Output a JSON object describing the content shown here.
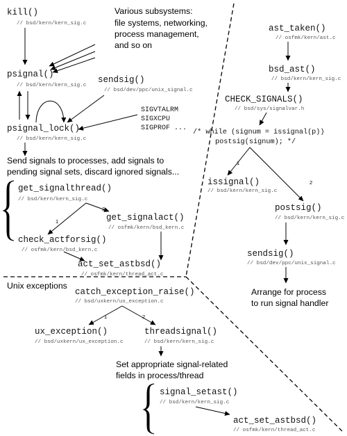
{
  "nodes": {
    "kill": {
      "name": "kill()",
      "path": "// bsd/kern/kern_sig.c"
    },
    "psignal": {
      "name": "psignal()",
      "path": "// bsd/kern/kern_sig.c"
    },
    "sendsig_left": {
      "name": "sendsig()",
      "path": "// bsd/dev/ppc/unix_signal.c"
    },
    "psignal_lock": {
      "name": "psignal_lock()",
      "path": "// bsd/kern/kern_sig.c"
    },
    "get_signalthread": {
      "name": "get_signalthread()",
      "path": "// bsd/kern/kern_sig.c"
    },
    "get_signalact": {
      "name": "get_signalact()",
      "path": "// osfmk/kern/bsd_kern.c"
    },
    "check_actforsig": {
      "name": "check_actforsig()",
      "path": "// osfmk/kern/bsd_kern.c"
    },
    "act_set_astbsd_1": {
      "name": "act_set_astbsd()",
      "path": "// osfmk/kern/thread_act.c"
    },
    "ast_taken": {
      "name": "ast_taken()",
      "path": "// osfmk/kern/ast.c"
    },
    "bsd_ast": {
      "name": "bsd_ast()",
      "path": "// bsd/kern/kern_sig.c"
    },
    "check_signals": {
      "name": "CHECK_SIGNALS()",
      "path": "// bsd/sys/signalvar.h"
    },
    "issignal": {
      "name": "issignal()",
      "path": "// bsd/kern/kern_sig.c"
    },
    "postsig": {
      "name": "postsig()",
      "path": "// bsd/kern/kern_sig.c"
    },
    "sendsig_right": {
      "name": "sendsig()",
      "path": "// bsd/dev/ppc/unix_signal.c"
    },
    "catch_exception_raise": {
      "name": "catch_exception_raise()",
      "path": "// bsd/uxkern/ux_exception.c"
    },
    "ux_exception": {
      "name": "ux_exception()",
      "path": "// bsd/uxkern/ux_exception.c"
    },
    "threadsignal": {
      "name": "threadsignal()",
      "path": "// bsd/kern/kern_sig.c"
    },
    "signal_setast": {
      "name": "signal_setast()",
      "path": "// bsd/kern/kern_sig.c"
    },
    "act_set_astbsd_2": {
      "name": "act_set_astbsd()",
      "path": "// osfmk/kern/thread_act.c"
    }
  },
  "notes": {
    "subsystems": [
      "Various subsystems:",
      "file systems, networking,",
      "process management,",
      "and so on"
    ],
    "signal_names": [
      "SIGVTALRM",
      "SIGXCPU",
      "SIGPROF ..."
    ],
    "send_signals": [
      "Send signals to processes, add signals to",
      "pending signal sets, discard ignored signals..."
    ],
    "while_code": [
      "/* while (signum = issignal(p))",
      "postsig(signum); */"
    ],
    "arrange": [
      "Arrange for process",
      "to run signal handler"
    ],
    "unix_exceptions": "Unix exceptions",
    "set_fields": [
      "Set appropriate signal-related",
      "fields in process/thread"
    ]
  },
  "branch_labels": {
    "get_signalthread_1": "1",
    "get_signalthread_2": "2",
    "check_signals_1": "1",
    "check_signals_2": "2",
    "catch_exception_1": "1",
    "catch_exception_2": "2"
  }
}
